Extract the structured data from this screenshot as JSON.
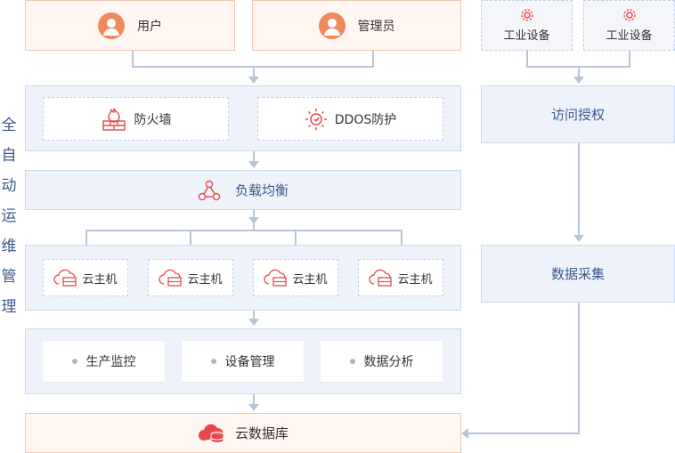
{
  "side_label": [
    "全",
    "自",
    "动",
    "运",
    "维",
    "管",
    "理"
  ],
  "top": {
    "user": "用户",
    "admin": "管理员"
  },
  "devices": [
    "工业设备",
    "工业设备"
  ],
  "security": {
    "firewall": "防火墙",
    "ddos": "DDOS防护"
  },
  "load_balance": "负载均衡",
  "hosts": [
    "云主机",
    "云主机",
    "云主机",
    "云主机"
  ],
  "services": [
    "生产监控",
    "设备管理",
    "数据分析"
  ],
  "database": "云数据库",
  "right": {
    "access": "访问授权",
    "collect": "数据采集"
  },
  "colors": {
    "accent_red": "#e8474c",
    "avatar_orange": "#f08a5d",
    "text_blue": "#3c5a8c",
    "connector": "#b8c5d6"
  }
}
